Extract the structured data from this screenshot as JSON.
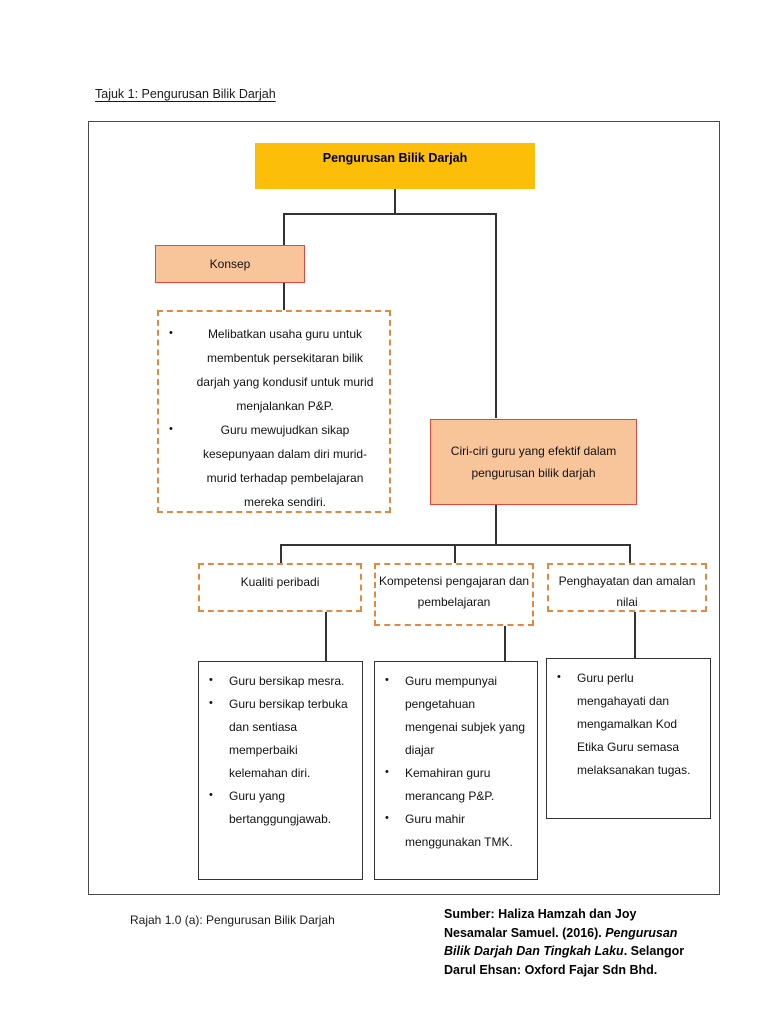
{
  "document": {
    "heading": "Tajuk 1: Pengurusan Bilik Darjah",
    "figure_caption": "Rajah 1.0 (a): Pengurusan Bilik Darjah"
  },
  "diagram": {
    "root": {
      "label": "Pengurusan Bilik Darjah",
      "fill": "#FDBE0A"
    },
    "konsep": {
      "label": "Konsep",
      "fill": "#F8C49A",
      "border": "#E8443A"
    },
    "konsep_details": {
      "bullets": [
        "Melibatkan usaha guru untuk membentuk persekitaran bilik darjah yang kondusif untuk murid menjalankan P&P.",
        "Guru mewujudkan sikap kesepunyaan dalam diri murid-murid terhadap pembelajaran mereka sendiri."
      ],
      "border": "#E2893F"
    },
    "ciri_ciri": {
      "label": "Ciri-ciri guru yang efektif dalam pengurusan bilik darjah",
      "fill": "#F8C49A",
      "border": "#E8443A"
    },
    "categories": [
      {
        "label": "Kualiti peribadi"
      },
      {
        "label": "Kompetensi pengajaran dan pembelajaran"
      },
      {
        "label": "Penghayatan dan amalan nilai"
      }
    ],
    "details": [
      {
        "bullets": [
          "Guru bersikap mesra.",
          "Guru bersikap terbuka dan sentiasa memperbaiki kelemahan diri.",
          "Guru yang bertanggungjawab."
        ]
      },
      {
        "bullets": [
          "Guru mempunyai pengetahuan mengenai subjek yang diajar",
          "Kemahiran guru merancang P&P.",
          "Guru mahir menggunakan TMK."
        ]
      },
      {
        "bullets": [
          "Guru perlu mengahayati dan mengamalkan Kod Etika Guru semasa melaksanakan tugas."
        ]
      }
    ]
  },
  "source": {
    "line1": "Sumber: Haliza Hamzah dan Joy",
    "line2_plain": "Nesamalar Samuel. (2016). ",
    "line2_italic": "Pengurusan",
    "line3_italic": "Bilik Darjah Dan Tingkah Laku",
    "line3_plain": ". Selangor",
    "line4": "Darul Ehsan: Oxford Fajar Sdn Bhd."
  }
}
